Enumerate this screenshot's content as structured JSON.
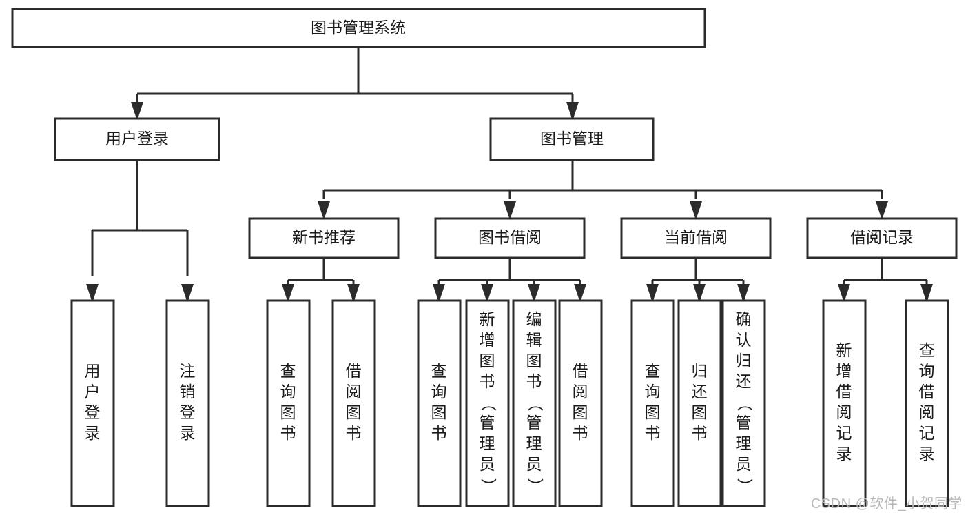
{
  "diagram": {
    "type": "tree-hierarchy-functional-decomposition",
    "title": "图书管理系统",
    "root": {
      "id": "root",
      "label": "图书管理系统",
      "orientation": "horizontal"
    },
    "level2": [
      {
        "id": "user-login",
        "label": "用户登录",
        "orientation": "horizontal"
      },
      {
        "id": "book-management",
        "label": "图书管理",
        "orientation": "horizontal"
      }
    ],
    "level3": [
      {
        "id": "new-book-recommend",
        "label": "新书推荐",
        "parent": "book-management",
        "orientation": "horizontal"
      },
      {
        "id": "book-borrow",
        "label": "图书借阅",
        "parent": "book-management",
        "orientation": "horizontal"
      },
      {
        "id": "current-borrow",
        "label": "当前借阅",
        "parent": "book-management",
        "orientation": "horizontal"
      },
      {
        "id": "borrow-record",
        "label": "借阅记录",
        "parent": "book-management",
        "orientation": "horizontal"
      }
    ],
    "leaves": [
      {
        "id": "leaf-user-login",
        "label": "用户登录",
        "parent": "user-login",
        "orientation": "vertical"
      },
      {
        "id": "leaf-user-logout",
        "label": "注销登录",
        "parent": "user-login",
        "orientation": "vertical"
      },
      {
        "id": "leaf-query-book-1",
        "label": "查询图书",
        "parent": "new-book-recommend",
        "orientation": "vertical"
      },
      {
        "id": "leaf-borrow-book-1",
        "label": "借阅图书",
        "parent": "new-book-recommend",
        "orientation": "vertical"
      },
      {
        "id": "leaf-query-book-2",
        "label": "查询图书",
        "parent": "book-borrow",
        "orientation": "vertical"
      },
      {
        "id": "leaf-add-book",
        "label": "新增图书（管理员）",
        "parent": "book-borrow",
        "orientation": "vertical"
      },
      {
        "id": "leaf-edit-book",
        "label": "编辑图书（管理员）",
        "parent": "book-borrow",
        "orientation": "vertical"
      },
      {
        "id": "leaf-borrow-book-2",
        "label": "借阅图书",
        "parent": "book-borrow",
        "orientation": "vertical"
      },
      {
        "id": "leaf-query-book-3",
        "label": "查询图书",
        "parent": "current-borrow",
        "orientation": "vertical"
      },
      {
        "id": "leaf-return-book",
        "label": "归还图书",
        "parent": "current-borrow",
        "orientation": "vertical"
      },
      {
        "id": "leaf-confirm-return",
        "label": "确认归还（管理员）",
        "parent": "current-borrow",
        "orientation": "vertical"
      },
      {
        "id": "leaf-add-record",
        "label": "新增借阅记录",
        "parent": "borrow-record",
        "orientation": "vertical"
      },
      {
        "id": "leaf-query-record",
        "label": "查询借阅记录",
        "parent": "borrow-record",
        "orientation": "vertical"
      }
    ],
    "colors": {
      "box_stroke": "#2b2b2b",
      "box_fill": "#ffffff",
      "connector": "#2b2b2b",
      "text": "#1b1b1b",
      "background": "#ffffff",
      "watermark": "#b9b9b9"
    }
  },
  "watermark": {
    "text": "CSDN @软件_小贺同学"
  }
}
